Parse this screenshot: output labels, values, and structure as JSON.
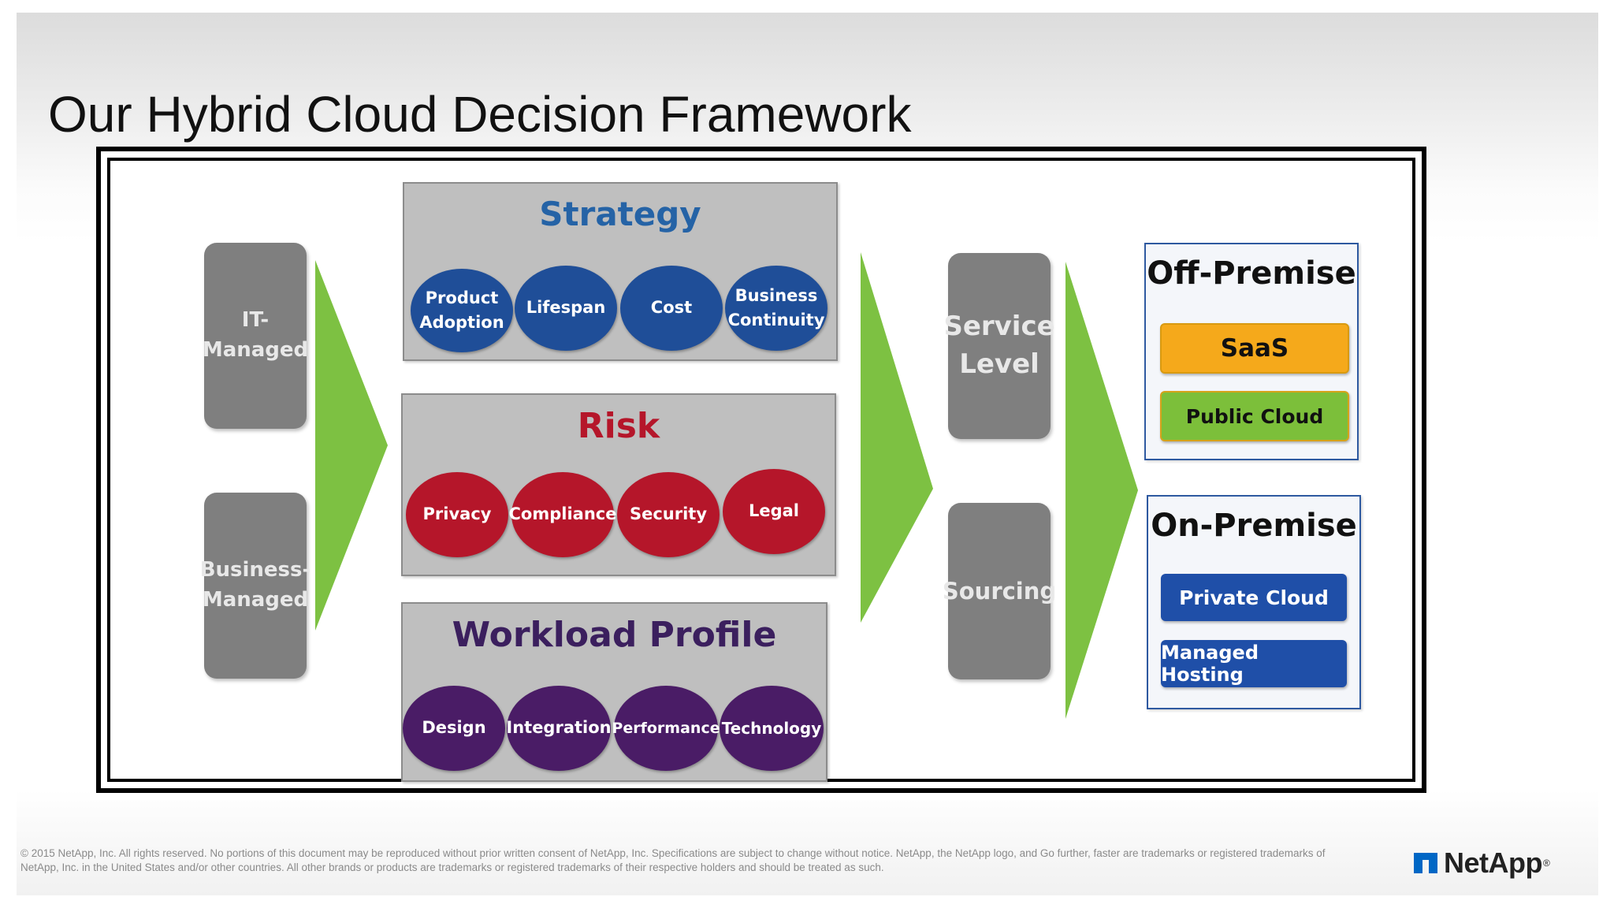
{
  "slide": {
    "title": "Our Hybrid Cloud Decision Framework"
  },
  "diagram": {
    "inputs": [
      {
        "label": "IT-\nManaged"
      },
      {
        "label": "Business-\nManaged"
      }
    ],
    "panels": {
      "strategy": {
        "title": "Strategy",
        "title_color": "#2563a6",
        "items": [
          "Product\nAdoption",
          "Lifespan",
          "Cost",
          "Business\nContinuity"
        ]
      },
      "risk": {
        "title": "Risk",
        "title_color": "#b5162a",
        "items": [
          "Privacy",
          "Compliance",
          "Security",
          "Legal"
        ]
      },
      "workload": {
        "title": "Workload Profile",
        "title_color": "#3b1f5e",
        "items": [
          "Design",
          "Integration",
          "Performance",
          "Technology"
        ]
      }
    },
    "middle": [
      {
        "label": "Service\nLevel"
      },
      {
        "label": "Sourcing"
      }
    ],
    "outputs": {
      "off_premise": {
        "title": "Off-Premise",
        "items": [
          {
            "label": "SaaS",
            "bg": "#f5a91b",
            "color": "#111111"
          },
          {
            "label": "Public Cloud",
            "bg": "#7cbf3a",
            "color": "#111111"
          }
        ]
      },
      "on_premise": {
        "title": "On-Premise",
        "items": [
          {
            "label": "Private Cloud",
            "bg": "#1f4fa8",
            "color": "#ffffff"
          },
          {
            "label": "Managed Hosting",
            "bg": "#1f4fa8",
            "color": "#ffffff"
          }
        ]
      }
    },
    "colors": {
      "arrow": "#7dc142",
      "gray_box": "#7f7f7f",
      "panel_bg": "#bfbfbf"
    }
  },
  "footer": {
    "copyright": "© 2015 NetApp, Inc. All rights reserved. No portions of this document may be reproduced without prior written consent of NetApp, Inc. Specifications are subject to change without notice. NetApp, the NetApp logo, and Go further, faster are trademarks or registered trademarks of NetApp, Inc. in the United States and/or other countries. All other brands or products are trademarks or registered trademarks of their respective holders and should be treated as such.",
    "logo_text": "NetApp",
    "logo_mark": "®"
  }
}
